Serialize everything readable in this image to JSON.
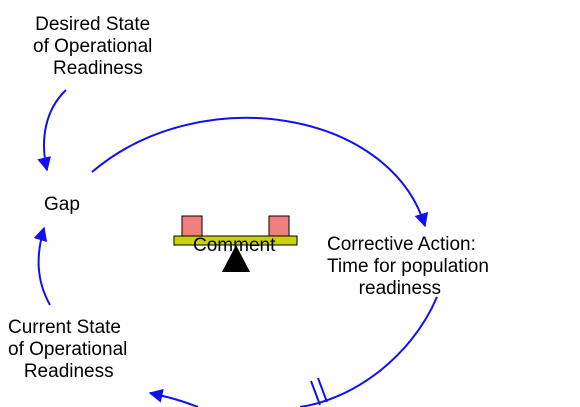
{
  "nodes": {
    "desired_state": "Desired State\nof Operational\n  Readiness",
    "gap": "Gap",
    "corrective_action": "Corrective Action:\nTime for population\n      readiness",
    "current_state": "Current State\nof Operational\n   Readiness"
  },
  "balance_symbol": {
    "label": "Comment",
    "icon": "balancing-loop-seesaw-icon"
  },
  "colors": {
    "arrow": "#1010f0",
    "text": "#000000",
    "seesaw_weight": "#f08080",
    "seesaw_beam": "#c8d400",
    "seesaw_base": "#000000"
  },
  "links": [
    {
      "from": "Desired State of Operational Readiness",
      "to": "Gap"
    },
    {
      "from": "Gap",
      "to": "Corrective Action: Time for population readiness"
    },
    {
      "from": "Corrective Action: Time for population readiness",
      "to": "Current State of Operational Readiness",
      "delay": true
    },
    {
      "from": "Current State of Operational Readiness",
      "to": "Gap"
    }
  ]
}
